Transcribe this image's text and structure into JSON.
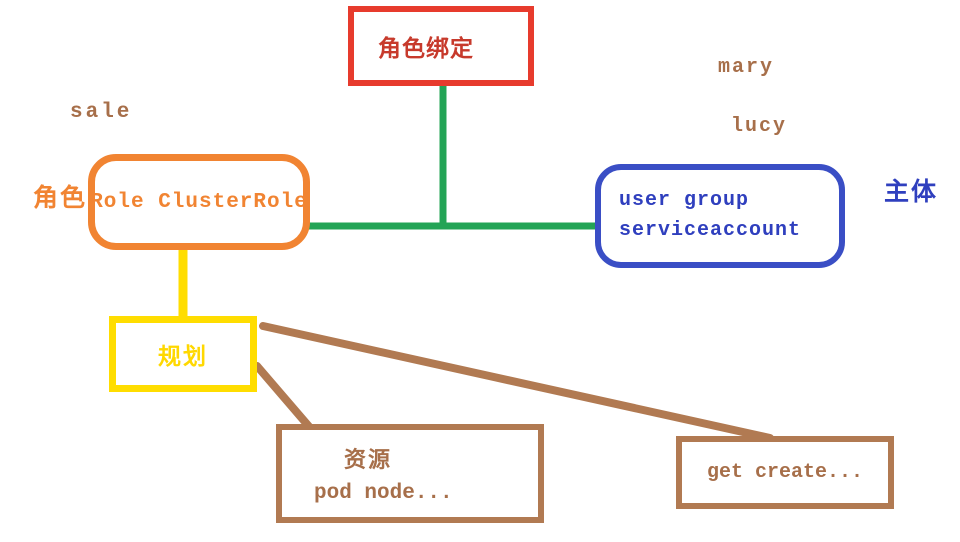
{
  "diagram": {
    "topic": "kubernetes-rbac",
    "colors": {
      "red": "#e73b2d",
      "orange": "#f18432",
      "blue": "#3a4ec5",
      "green": "#23a456",
      "yellow": "#ffdd00",
      "brown": "#b17a52",
      "background": "#ffffff"
    },
    "nodes": {
      "role_binding": {
        "label": "角色绑定"
      },
      "role": {
        "label": "Role ClusterRole"
      },
      "subject": {
        "line1": "user group",
        "line2": "serviceaccount"
      },
      "rules": {
        "label": "规划"
      },
      "resources": {
        "line1": "资源",
        "line2": "pod  node..."
      },
      "verbs": {
        "label": "get  create..."
      }
    },
    "annotations": {
      "sale": "sale",
      "mary": "mary",
      "lucy": "lucy",
      "role_side_label": "角色",
      "subject_side_label": "主体"
    },
    "connectors": [
      {
        "name": "green-vertical",
        "from": "role_binding",
        "to": "green-horizontal"
      },
      {
        "name": "green-horizontal",
        "from": "role",
        "to": "subject"
      },
      {
        "name": "yellow-vertical",
        "from": "role",
        "to": "rules"
      },
      {
        "name": "brown-long-diagonal",
        "from": "rules",
        "to": "verbs"
      },
      {
        "name": "brown-short-diagonal",
        "from": "rules",
        "to": "resources"
      }
    ]
  }
}
